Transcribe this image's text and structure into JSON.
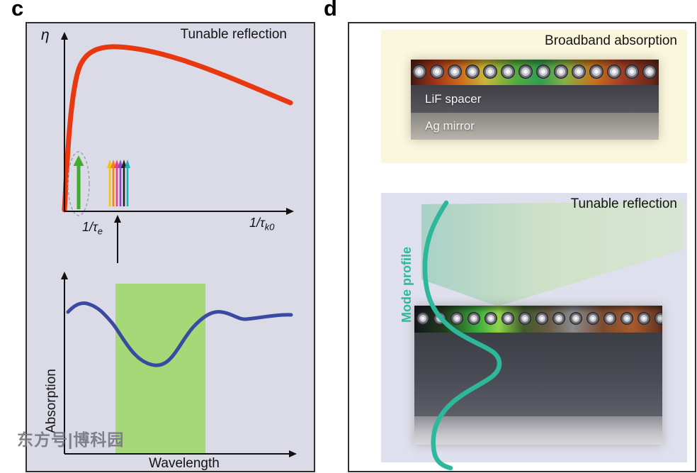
{
  "panels": {
    "c": {
      "label": "c",
      "title": "Tunable reflection",
      "watermark": "东方号|博科园",
      "top_plot": {
        "y_axis_label": "η",
        "x_axis_label": {
          "base": "1/τ",
          "sub": "k0"
        },
        "emitter_rate_label": {
          "base": "1/τ",
          "sub": "e"
        },
        "curve_color": "#e8380f",
        "highlight_arrow_color": "#3fae2a",
        "arrow_cluster_colors": [
          "#f2c40f",
          "#f2821a",
          "#e8427c",
          "#8a4bc9",
          "#222222",
          "#18b2b8"
        ]
      },
      "bottom_plot": {
        "y_axis_label": "Absorption",
        "x_axis_label": "Wavelength",
        "band_color": "#a6d878",
        "curve_color": "#3b4aa1"
      }
    },
    "d": {
      "label": "d",
      "broadband_box": {
        "title": "Broadband absorption",
        "background_color": "#fbf7df",
        "spacer_label": "LiF spacer",
        "mirror_label": "Ag mirror"
      },
      "tunable_box": {
        "title": "Tunable reflection",
        "background_color": "#dfe0ee",
        "mode_profile_label": "Mode profile",
        "mode_profile_color": "#2db89c"
      }
    }
  }
}
